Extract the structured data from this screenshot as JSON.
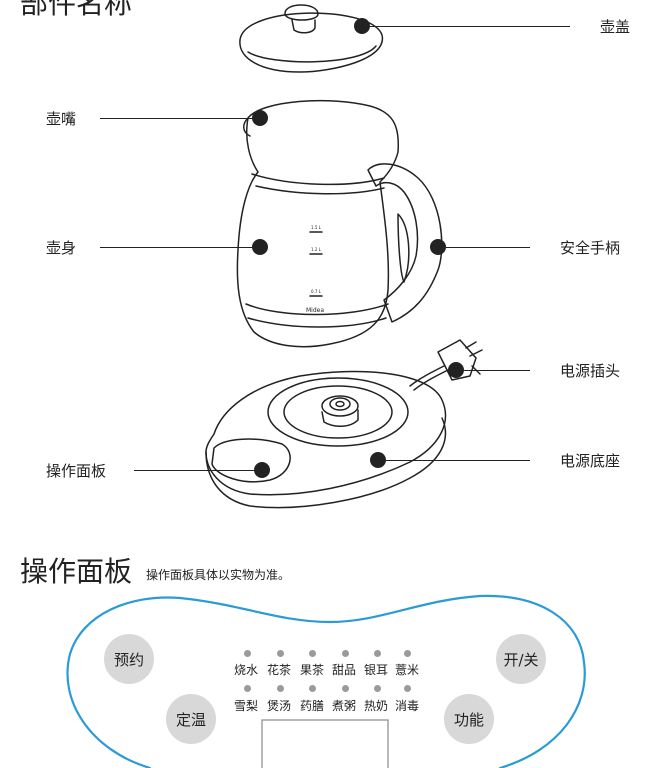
{
  "header": {
    "title_partial": "部件名称"
  },
  "parts": {
    "lid": "壶盖",
    "spout": "壶嘴",
    "body": "壶身",
    "handle": "安全手柄",
    "plug": "电源插头",
    "panel": "操作面板",
    "base": "电源底座"
  },
  "kettle_marks": {
    "mark1": "1.5 L",
    "mark1_sub": "1.5L",
    "mark2": "1.2 L",
    "mark2_sub": "1.2L",
    "mark3": "0.7 L",
    "mark3_sub": "0.7L",
    "brand": "Midea"
  },
  "panel_section": {
    "title": "操作面板",
    "note": "操作面板具体以实物为准。",
    "buttons": {
      "reserve": "预约",
      "power": "开/关",
      "keep_warm": "定温",
      "function": "功能"
    },
    "functions_row1": [
      "烧水",
      "花茶",
      "果茶",
      "甜品",
      "银耳",
      "薏米"
    ],
    "functions_row2": [
      "雪梨",
      "煲汤",
      "药膳",
      "煮粥",
      "热奶",
      "消毒"
    ],
    "colors": {
      "outline": "#2b9bd6",
      "button": "#d8d8d8",
      "indicator": "#9a9a9a"
    }
  }
}
